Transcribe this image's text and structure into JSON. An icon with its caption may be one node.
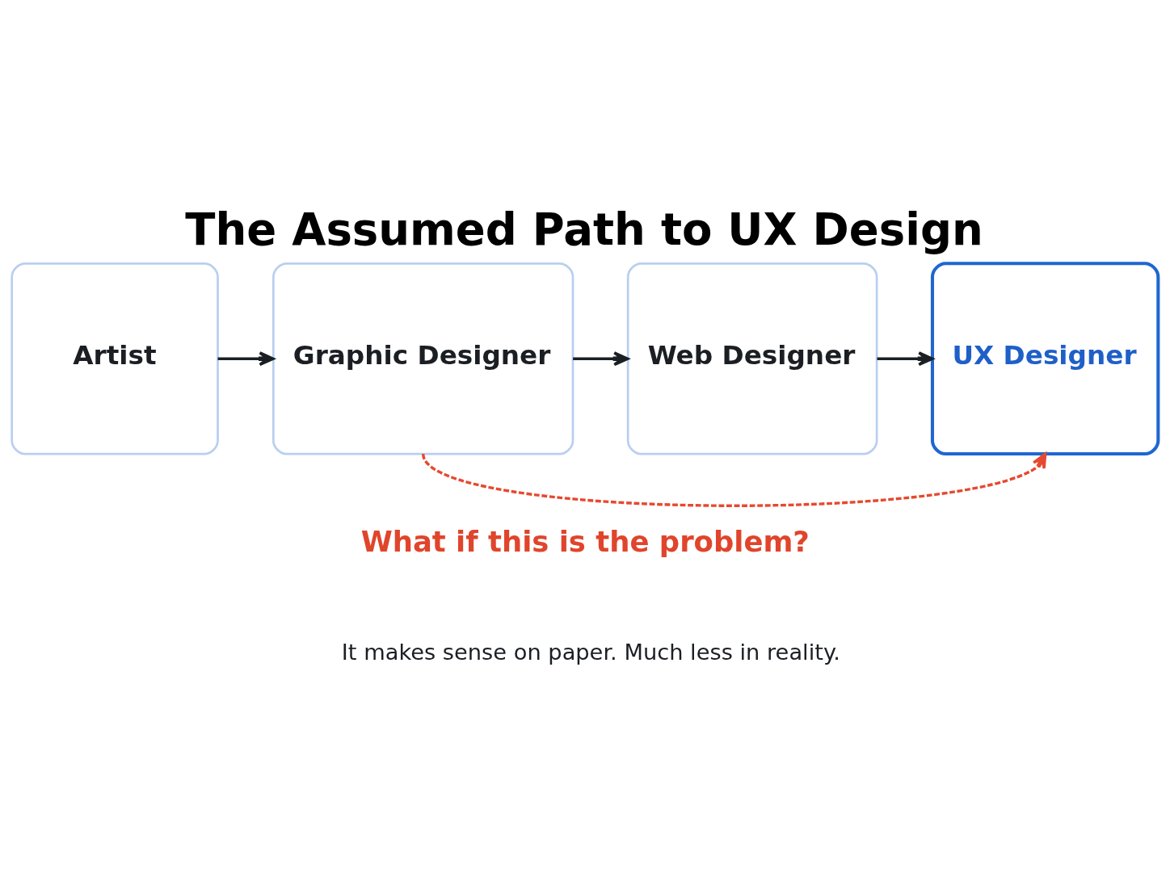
{
  "diagram": {
    "title": "The Assumed Path to UX Design",
    "nodes": [
      {
        "text": [
          "Artist"
        ]
      },
      {
        "text": [
          "Graphic Designer"
        ]
      },
      {
        "text": [
          "Web Designer"
        ]
      },
      {
        "text": [
          "UX Designer"
        ]
      }
    ],
    "edges": [
      {
        "from": 0,
        "to": 1,
        "arrow": "to"
      },
      {
        "from": 1,
        "to": 2,
        "arrow": "to"
      },
      {
        "from": 2,
        "to": 3,
        "arrow": "to"
      },
      {
        "from": 1,
        "to": 3,
        "arrow": "to",
        "style": "dashed",
        "color": "#e5492f"
      }
    ],
    "labels": [
      "What if this is the problem?",
      "It makes sense on paper. Much less in reality."
    ]
  }
}
